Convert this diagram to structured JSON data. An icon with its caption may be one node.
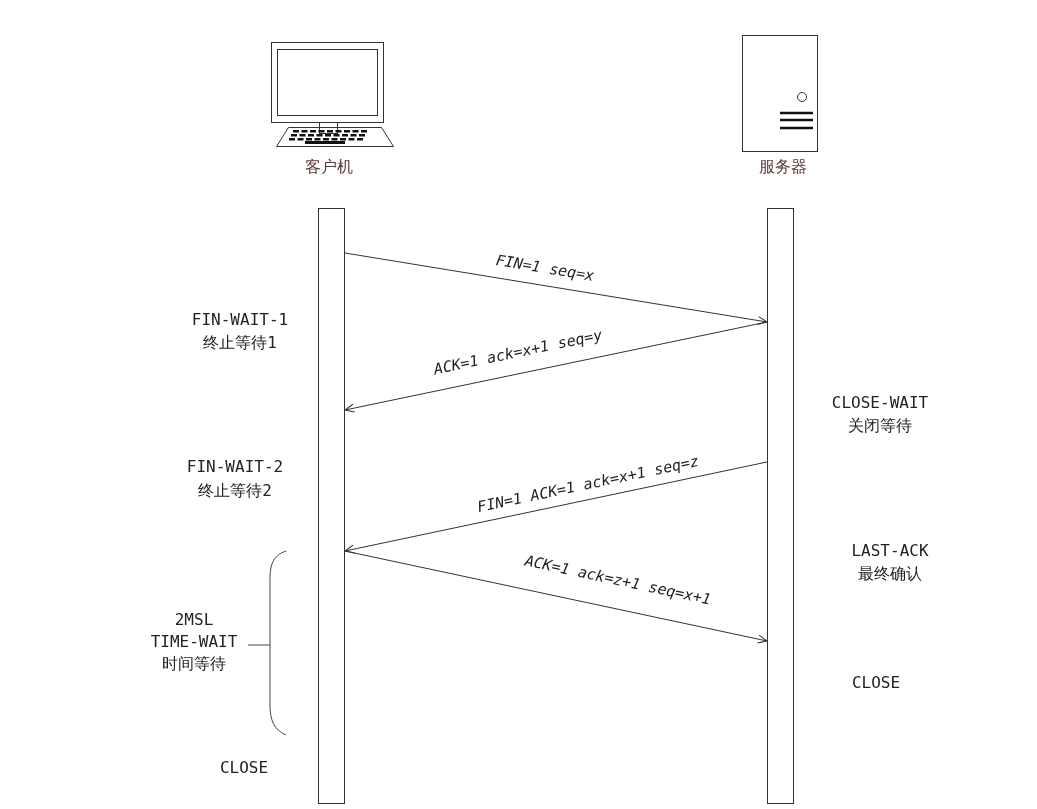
{
  "diagram": {
    "nodes": [
      {
        "text": [],
        "shape": "bar"
      },
      {
        "text": [],
        "shape": "bar"
      }
    ],
    "edges": [
      {
        "from": 0,
        "to": 1,
        "arrow": "to",
        "label": "FIN=1 seq=x"
      },
      {
        "from": 1,
        "to": 0,
        "arrow": "to",
        "label": "ACK=1 ack=x+1 seq=y"
      },
      {
        "from": 1,
        "to": 0,
        "arrow": "to",
        "label": "FIN=1 ACK=1 ack=x+1 seq=z"
      },
      {
        "from": 0,
        "to": 1,
        "arrow": "to",
        "label": "ACK=1 ack=z+1 seq=x+1"
      }
    ],
    "labels": [
      "客户机",
      "服务器",
      "FIN-WAIT-1",
      "终止等待1",
      "CLOSE-WAIT",
      "关闭等待",
      "FIN-WAIT-2",
      "终止等待2",
      "LAST-ACK",
      "最终确认",
      "2MSL",
      "TIME-WAIT",
      "时间等待",
      "CLOSE",
      "CLOSE"
    ]
  }
}
